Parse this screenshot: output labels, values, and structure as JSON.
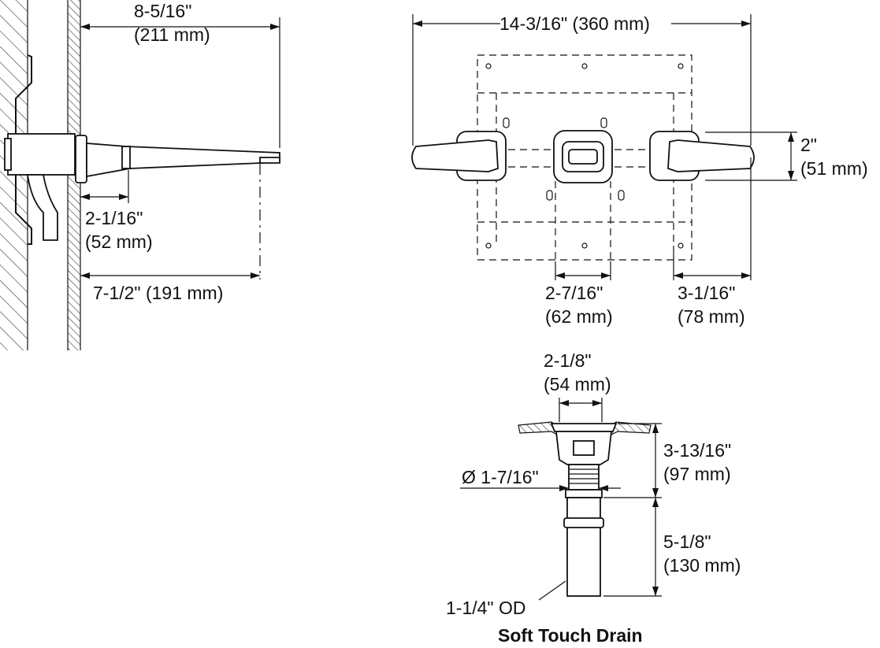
{
  "side_view": {
    "spout_length": "8-5/16\"",
    "spout_length_mm": "(211 mm)",
    "escutcheon_depth": "2-1/16\"",
    "escutcheon_depth_mm": "(52 mm)",
    "reach": "7-1/2\" (191 mm)"
  },
  "front_view": {
    "overall_width": "14-3/16\" (360 mm)",
    "handle_height": "2\"",
    "handle_height_mm": "(51 mm)",
    "spout_plate_width": "2-7/16\"",
    "spout_plate_width_mm": "(62 mm)",
    "handle_offset": "3-1/16\"",
    "handle_offset_mm": "(78 mm)"
  },
  "drain": {
    "flange_diameter": "2-1/8\"",
    "flange_diameter_mm": "(54 mm)",
    "body_height": "3-13/16\"",
    "body_height_mm": "(97 mm)",
    "thread_diameter": "Ø 1-7/16\"",
    "tail_length": "5-1/8\"",
    "tail_length_mm": "(130 mm)",
    "tail_od": "1-1/4\" OD",
    "title": "Soft Touch Drain"
  }
}
